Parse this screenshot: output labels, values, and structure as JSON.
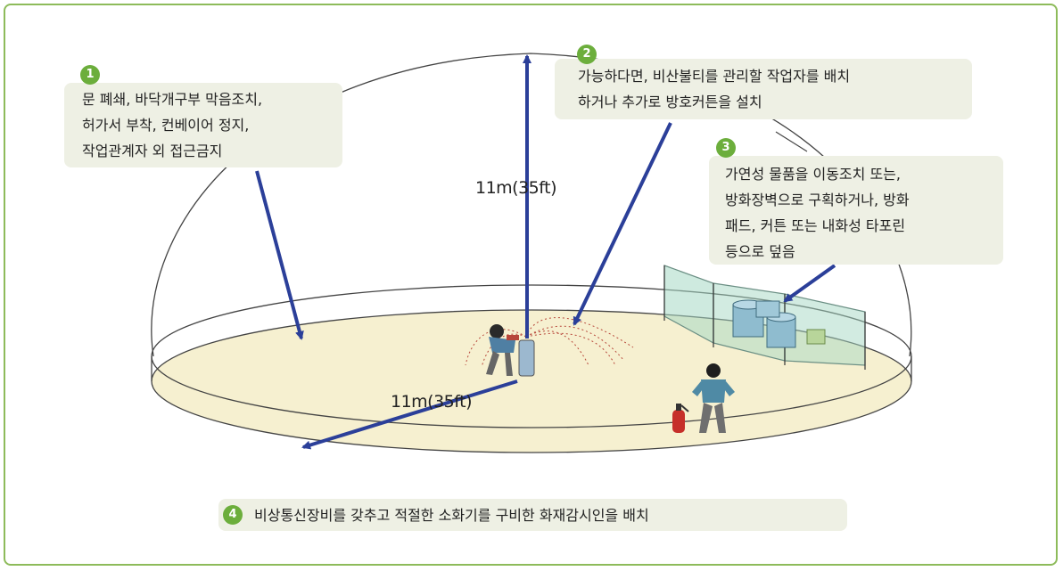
{
  "callouts": [
    {
      "number": "1",
      "lines": [
        "문 폐쇄, 바닥개구부 막음조치,",
        "허가서 부착, 컨베이어 정지,",
        "작업관계자 외 접근금지"
      ]
    },
    {
      "number": "2",
      "lines": [
        "가능하다면, 비산불티를 관리할 작업자를 배치",
        "하거나 추가로 방호커튼을 설치"
      ]
    },
    {
      "number": "3",
      "lines": [
        "가연성 물품을 이동조치 또는,",
        "방화장벽으로 구획하거나, 방화",
        "패드, 커튼 또는 내화성 타포린",
        "등으로 덮음"
      ]
    },
    {
      "number": "4",
      "lines": [
        "비상통신장비를  갖추고  적절한  소화기를  구비한  화재감시인을  배치"
      ]
    }
  ],
  "dimensions": {
    "vertical": "11m(35ft)",
    "horizontal": "11m(35ft)"
  },
  "colors": {
    "frame": "#8dbb5a",
    "badge": "#6cae3c",
    "callout_bg": "#eef0e4",
    "floor": "#f6f0d0",
    "arrow": "#2b3f99"
  }
}
